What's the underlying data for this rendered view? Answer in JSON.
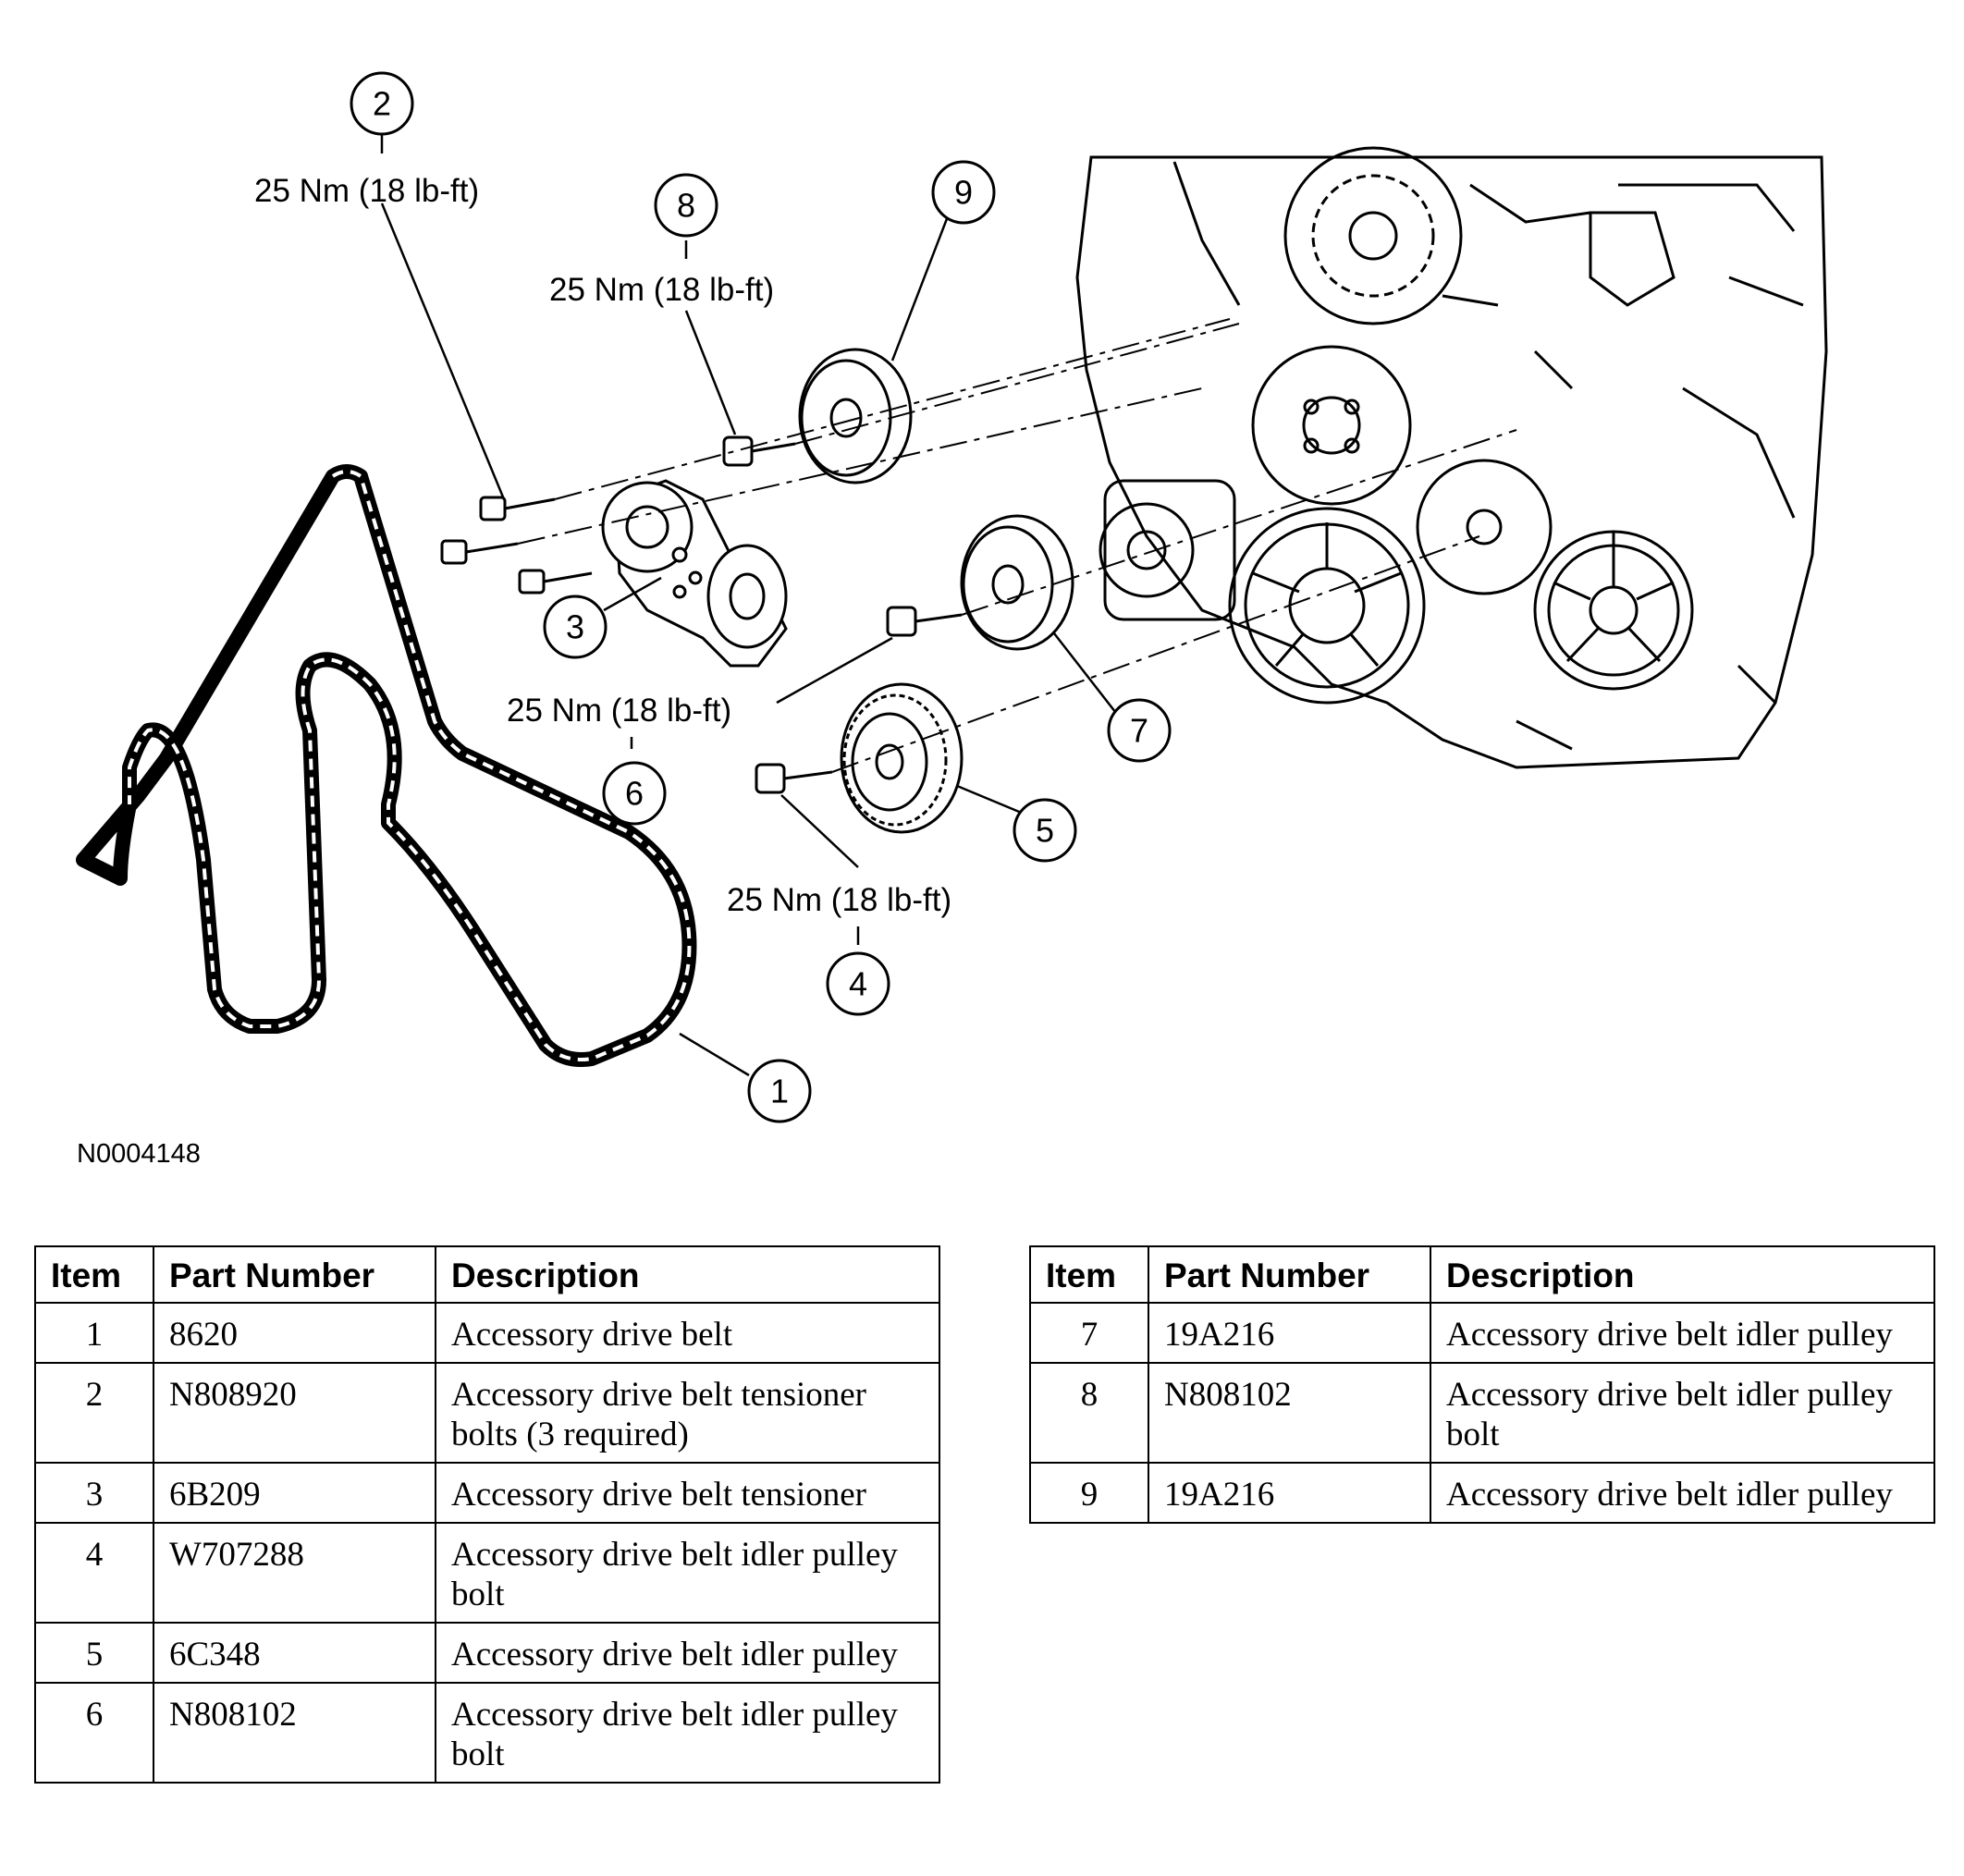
{
  "figure_id": "N0004148",
  "torque_labels": {
    "item2": "25 Nm (18 lb-ft)",
    "item8": "25 Nm (18 lb-ft)",
    "item6": "25 Nm (18 lb-ft)",
    "item4": "25 Nm (18 lb-ft)"
  },
  "callouts": [
    "1",
    "2",
    "3",
    "4",
    "5",
    "6",
    "7",
    "8",
    "9"
  ],
  "table_headers": {
    "item": "Item",
    "part_number": "Part Number",
    "description": "Description"
  },
  "parts_left": [
    {
      "item": "1",
      "part_number": "8620",
      "description": "Accessory drive belt"
    },
    {
      "item": "2",
      "part_number": "N808920",
      "description": "Accessory drive belt tensioner bolts (3 required)"
    },
    {
      "item": "3",
      "part_number": "6B209",
      "description": "Accessory drive belt tensioner"
    },
    {
      "item": "4",
      "part_number": "W707288",
      "description": "Accessory drive belt idler pulley bolt"
    },
    {
      "item": "5",
      "part_number": "6C348",
      "description": "Accessory drive belt idler pulley"
    },
    {
      "item": "6",
      "part_number": "N808102",
      "description": "Accessory drive belt idler pulley bolt"
    }
  ],
  "parts_right": [
    {
      "item": "7",
      "part_number": "19A216",
      "description": "Accessory drive belt idler pulley"
    },
    {
      "item": "8",
      "part_number": "N808102",
      "description": "Accessory drive belt idler pulley bolt"
    },
    {
      "item": "9",
      "part_number": "19A216",
      "description": "Accessory drive belt idler pulley"
    }
  ]
}
